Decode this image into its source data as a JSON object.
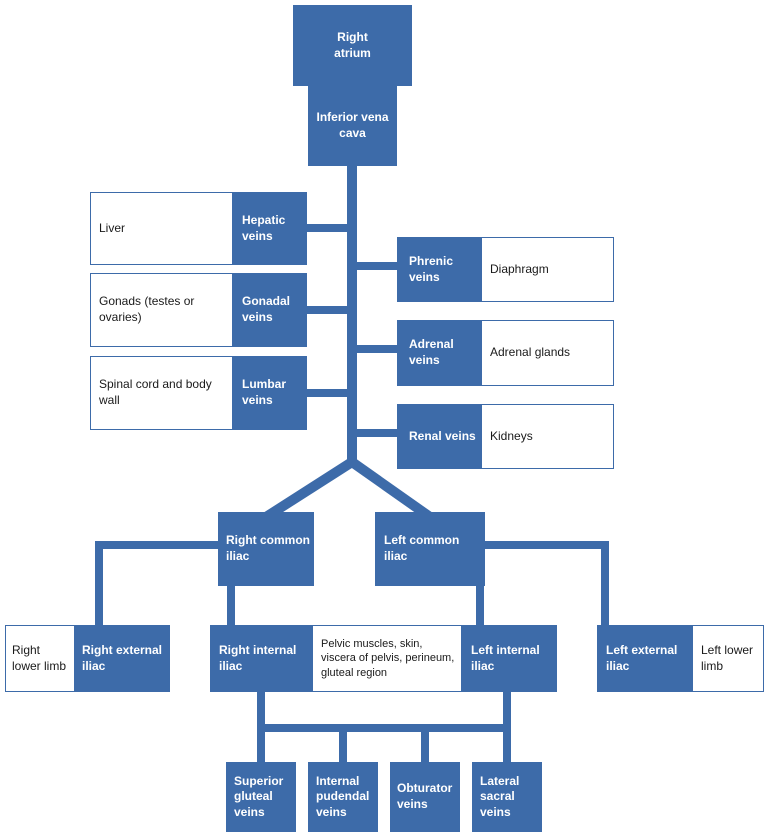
{
  "colors": {
    "primary": "#3d6ba9"
  },
  "diagram": {
    "top": {
      "right_atrium": "Right atrium",
      "inferior_vena_cava": "Inferior vena cava"
    },
    "left_branches": [
      {
        "vein": "Hepatic veins",
        "organ": "Liver"
      },
      {
        "vein": "Gonadal veins",
        "organ": "Gonads (testes or ovaries)"
      },
      {
        "vein": "Lumbar veins",
        "organ": "Spinal cord and body wall"
      }
    ],
    "right_branches": [
      {
        "vein": "Phrenic veins",
        "organ": "Diaphragm"
      },
      {
        "vein": "Adrenal veins",
        "organ": "Adrenal glands"
      },
      {
        "vein": "Renal veins",
        "organ": "Kidneys"
      }
    ],
    "iliac": {
      "right_common": "Right common iliac",
      "left_common": "Left common iliac",
      "right_lower_limb": "Right lower limb",
      "right_external": "Right external iliac",
      "right_internal": "Right internal iliac",
      "pelvic_region": "Pelvic muscles, skin, viscera of pelvis, perineum, gluteal region",
      "left_internal": "Left internal iliac",
      "left_external": "Left external iliac",
      "left_lower_limb": "Left lower limb"
    },
    "internal_iliac_tributaries": [
      "Superior gluteal veins",
      "Internal pudendal veins",
      "Obturator veins",
      "Lateral sacral veins"
    ]
  }
}
